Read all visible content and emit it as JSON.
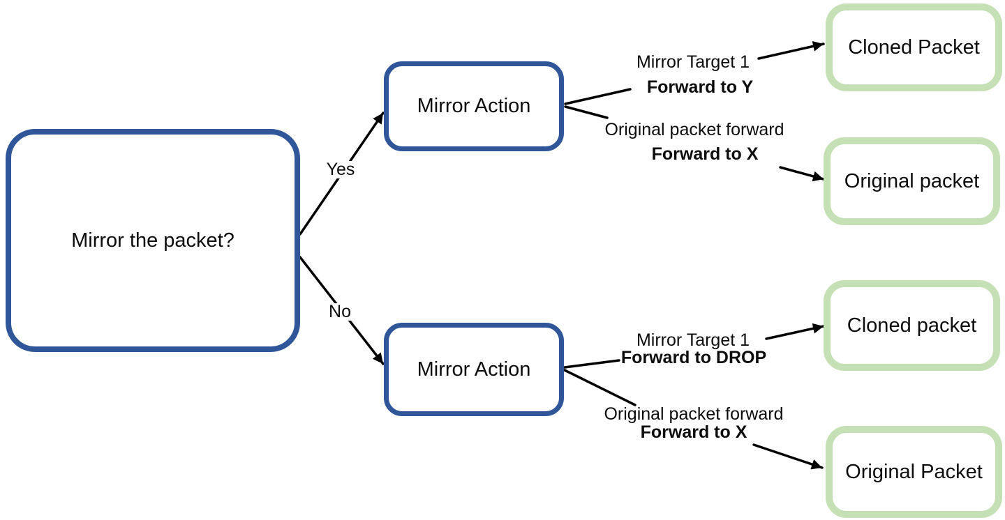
{
  "colors": {
    "blue_border": "#30569a",
    "green_border": "#c5e0b4",
    "connector": "#000000",
    "background": "#ffffff"
  },
  "decision": {
    "label": "Mirror the packet?"
  },
  "branches": [
    {
      "condition": "Yes",
      "action": {
        "label": "Mirror Action"
      },
      "outcomes": [
        {
          "target_line": "Mirror Target 1",
          "forward_line": "Forward to Y",
          "result": "Cloned Packet"
        },
        {
          "target_line": "Original packet forward",
          "forward_line": "Forward to X",
          "result": "Original packet"
        }
      ]
    },
    {
      "condition": "No",
      "action": {
        "label": "Mirror Action"
      },
      "outcomes": [
        {
          "target_line": "Mirror Target 1",
          "forward_line": "Forward to DROP",
          "result": "Cloned packet"
        },
        {
          "target_line": "Original packet forward",
          "forward_line": "Forward to X",
          "result": "Original Packet"
        }
      ]
    }
  ]
}
